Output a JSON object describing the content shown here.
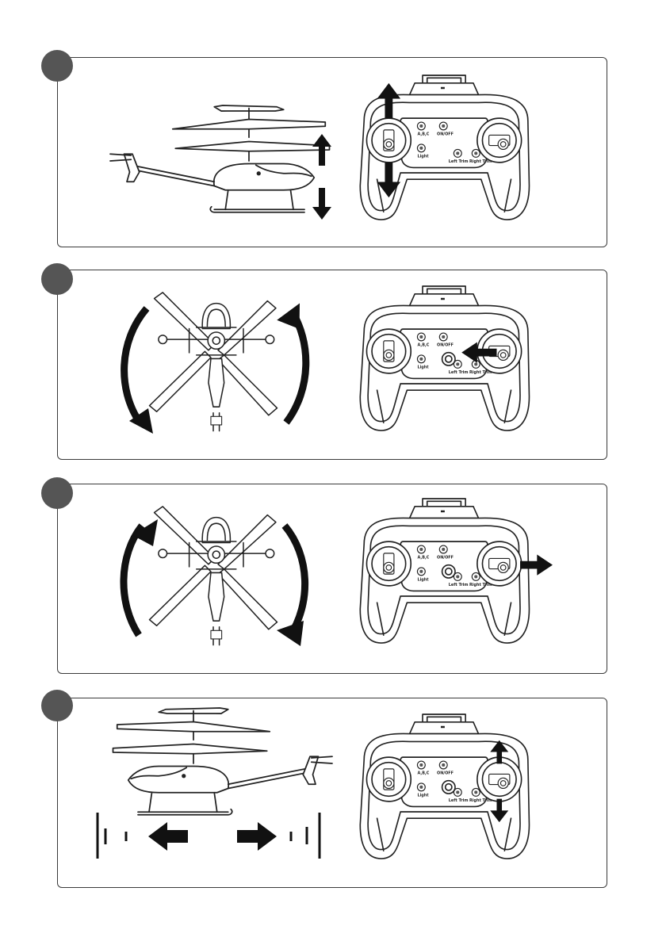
{
  "controller": {
    "labels": {
      "abc": "A,B,C",
      "on_off": "ON/OFF",
      "light": "Light",
      "left_trim": "Left Trim",
      "right_trim": "Right Trim"
    }
  },
  "steps": [
    {
      "id": 1,
      "action": "throttle-up-down"
    },
    {
      "id": 2,
      "action": "rotate-left"
    },
    {
      "id": 3,
      "action": "rotate-right"
    },
    {
      "id": 4,
      "action": "forward-backward"
    }
  ],
  "colors": {
    "ink": "#222222",
    "dot": "#555555"
  }
}
